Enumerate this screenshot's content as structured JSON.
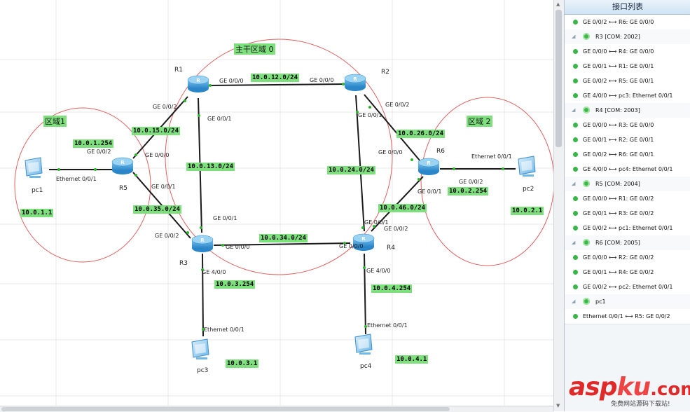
{
  "canvas": {
    "areas": {
      "backbone": "主干区域 0",
      "area1": "区域1",
      "area2": "区域 2"
    },
    "devices": {
      "R1": "R1",
      "R2": "R2",
      "R3": "R3",
      "R4": "R4",
      "R5": "R5",
      "R6": "R6",
      "pc1": "pc1",
      "pc2": "pc2",
      "pc3": "pc3",
      "pc4": "pc4"
    },
    "networks": {
      "n12": "10.0.12.0/24",
      "n15": "10.0.15.0/24",
      "n13": "10.0.13.0/24",
      "n35": "10.0.35.0/24",
      "n34": "10.0.34.0/24",
      "n24": "10.0.24.0/24",
      "n26": "10.0.26.0/24",
      "n46": "10.0.46.0/24",
      "gw1": "10.0.1.254",
      "h1": "10.0.1.1",
      "gw2": "10.0.2.254",
      "h2": "10.0.2.1",
      "gw3": "10.0.3.254",
      "h3": "10.0.3.1",
      "gw4": "10.0.4.254",
      "h4": "10.0.4.1"
    },
    "ports": {
      "r1_g000": "GE 0/0/0",
      "r1_g002": "GE 0/0/2",
      "r1_g001": "GE 0/0/1",
      "r2_g000": "GE 0/0/0",
      "r2_g002": "GE 0/0/2",
      "r2_g001": "GE 0/0/1",
      "r5_g002": "GE 0/0/2",
      "r5_g000": "GE 0/0/0",
      "r5_g001": "GE 0/0/1",
      "pc1_eth": "Ethernet 0/0/1",
      "r3_g001": "GE 0/0/1",
      "r3_g002": "GE 0/0/2",
      "r3_g000": "GE 0/0/0",
      "r3_g400": "GE 4/0/0",
      "r4_g001": "GE 0/0/1",
      "r4_g002": "GE 0/0/2",
      "r4_g000": "GE 0/0/0",
      "r4_g400": "GE 4/0/0",
      "r6_g000": "GE 0/0/0",
      "r6_g001": "GE 0/0/1",
      "r6_g002": "GE 0/0/2",
      "pc2_eth": "Ethernet 0/0/1",
      "pc3_eth": "Ethernet 0/0/1",
      "pc4_eth": "Ethernet 0/0/1"
    }
  },
  "panel": {
    "title": "接口列表",
    "rows": [
      {
        "kind": "iface",
        "text": "GE 0/0/2 ⟷ R6: GE 0/0/0"
      },
      {
        "kind": "group",
        "text": "R3 [COM: 2002]"
      },
      {
        "kind": "iface",
        "text": "GE 0/0/0 ⟷ R4: GE 0/0/0"
      },
      {
        "kind": "iface",
        "text": "GE 0/0/1 ⟷ R1: GE 0/0/1"
      },
      {
        "kind": "iface",
        "text": "GE 0/0/2 ⟷ R5: GE 0/0/1"
      },
      {
        "kind": "iface",
        "text": "GE 4/0/0 ⟷ pc3: Ethernet 0/0/1"
      },
      {
        "kind": "group",
        "text": "R4 [COM: 2003]"
      },
      {
        "kind": "iface",
        "text": "GE 0/0/0 ⟷ R3: GE 0/0/0"
      },
      {
        "kind": "iface",
        "text": "GE 0/0/1 ⟷ R2: GE 0/0/1"
      },
      {
        "kind": "iface",
        "text": "GE 0/0/2 ⟷ R6: GE 0/0/1"
      },
      {
        "kind": "iface",
        "text": "GE 4/0/0 ⟷ pc4: Ethernet 0/0/1"
      },
      {
        "kind": "group",
        "text": "R5 [COM: 2004]"
      },
      {
        "kind": "iface",
        "text": "GE 0/0/0 ⟷ R1: GE 0/0/2"
      },
      {
        "kind": "iface",
        "text": "GE 0/0/1 ⟷ R3: GE 0/0/2"
      },
      {
        "kind": "iface",
        "text": "GE 0/0/2 ⟷ pc1: Ethernet 0/0/1"
      },
      {
        "kind": "group",
        "text": "R6 [COM: 2005]"
      },
      {
        "kind": "iface",
        "text": "GE 0/0/0 ⟷ R2: GE 0/0/2"
      },
      {
        "kind": "iface",
        "text": "GE 0/0/1 ⟷ R4: GE 0/0/2"
      },
      {
        "kind": "iface",
        "text": "GE 0/0/2 ⟷ pc2: Ethernet 0/0/1"
      },
      {
        "kind": "group",
        "text": "pc1"
      },
      {
        "kind": "iface",
        "text": "Ethernet 0/0/1 ⟷ R5: GE 0/0/2"
      }
    ]
  },
  "watermark": {
    "logo_a": "asp",
    "logo_b": "ku",
    "logo_c": ".com",
    "subtitle": "免费网站源码下载站!"
  },
  "colors": {
    "network_label_bg": "#7de07d",
    "area_circle": "#e06060",
    "link": "#1a1a1a",
    "port_dot": "#2fb52f",
    "router_body": "#3a9ad9",
    "watermark": "#e02a2a"
  }
}
